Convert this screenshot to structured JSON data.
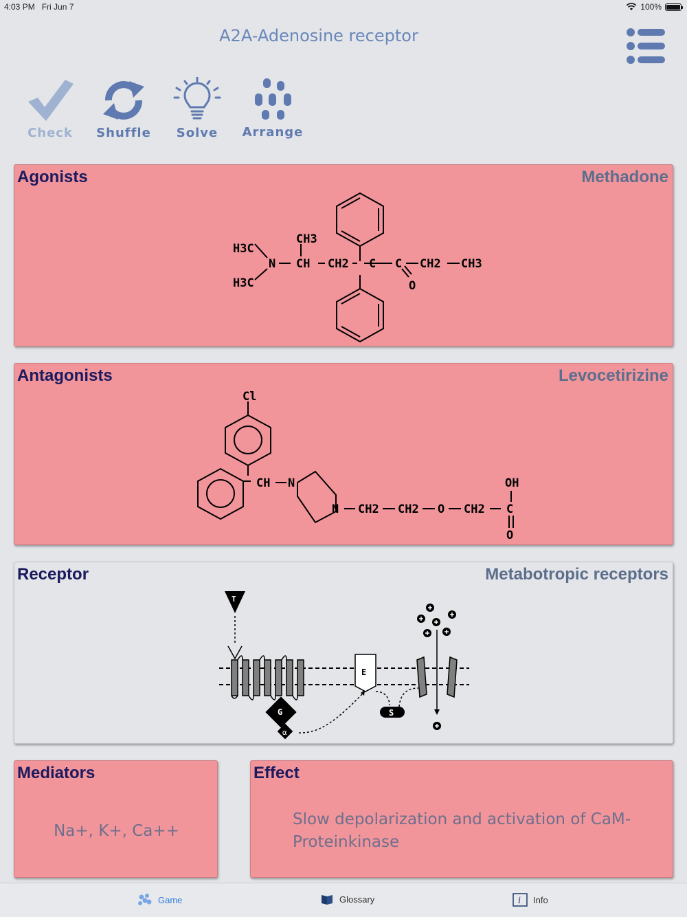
{
  "status": {
    "time": "4:03 PM",
    "date": "Fri Jun 7",
    "battery": "100%"
  },
  "header": {
    "title": "A2A-Adenosine receptor"
  },
  "toolbar": {
    "check": "Check",
    "shuffle": "Shuffle",
    "solve": "Solve",
    "arrange": "Arrange"
  },
  "cards": {
    "agonists": {
      "title": "Agonists",
      "answer": "Methadone"
    },
    "antagonists": {
      "title": "Antagonists",
      "answer": "Levocetirizine"
    },
    "receptor": {
      "title": "Receptor",
      "answer": "Metabotropic receptors"
    },
    "mediators": {
      "title": "Mediators",
      "value": "Na+, K+, Ca++"
    },
    "effect": {
      "title": "Effect",
      "value": "Slow depolarization and activation of CaM-Proteinkinase"
    }
  },
  "structures": {
    "methadone": {
      "h3c_top": "H3C",
      "h3c_bottom": "H3C",
      "n": "N",
      "ch3_top": "CH3",
      "ch": "CH",
      "ch2_a": "CH2",
      "c_center": "C",
      "c_carbonyl": "C",
      "o": "O",
      "ch2_b": "CH2",
      "ch3_end": "CH3"
    },
    "levocetirizine": {
      "cl": "Cl",
      "ch": "CH",
      "n_top": "N",
      "n_bottom": "N",
      "ch2_a": "CH2",
      "ch2_b": "CH2",
      "o": "O",
      "ch2_c": "CH2",
      "c": "C",
      "oh": "OH",
      "o_double": "O"
    },
    "receptor_diagram": {
      "t": "T",
      "e": "E",
      "g": "G",
      "alpha": "α",
      "s": "S"
    }
  },
  "tabs": {
    "game": "Game",
    "glossary": "Glossary",
    "info": "Info"
  },
  "colors": {
    "accent": "#6a87bb",
    "card_pink": "#f1959b",
    "title_dark": "#1c1a5e",
    "tab_active": "#2f7ce0"
  }
}
